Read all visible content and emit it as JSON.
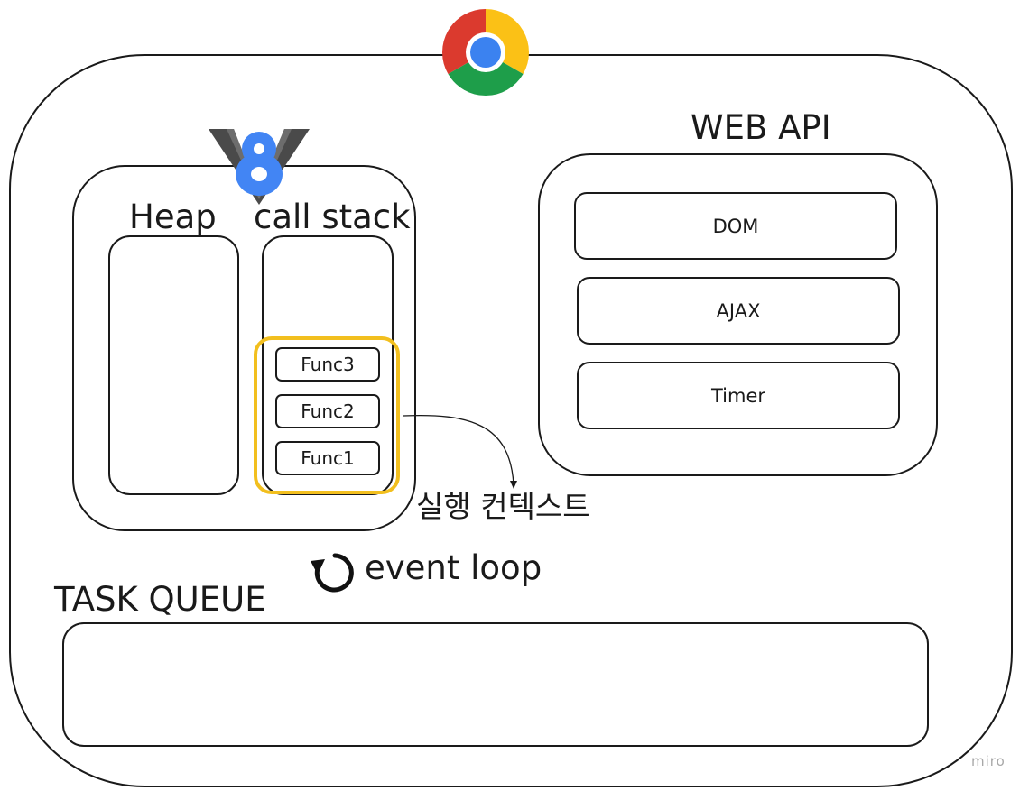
{
  "browser_icon": "chrome-logo",
  "engine_icon": "v8-logo",
  "engine": {
    "heap_title": "Heap",
    "callstack_title": "call stack",
    "stack_frames": [
      "Func3",
      "Func2",
      "Func1"
    ]
  },
  "execution_context_label": "실행 컨텍스트",
  "event_loop_label": "event loop",
  "web_api": {
    "title": "WEB API",
    "items": [
      "DOM",
      "AJAX",
      "Timer"
    ]
  },
  "task_queue_title": "TASK QUEUE",
  "watermark": "miro",
  "colors": {
    "highlight": "#f2bf1e",
    "outline": "#1a1a1a"
  }
}
